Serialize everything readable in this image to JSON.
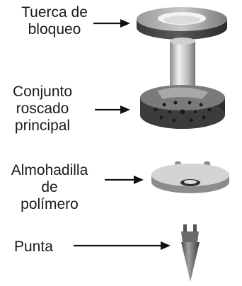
{
  "labels": {
    "lock_nut": [
      "Tuerca de",
      "bloqueo"
    ],
    "main_threaded_assembly": [
      "Conjunto",
      "roscado",
      "principal"
    ],
    "polymer_pad": [
      "Almohadilla",
      "de",
      "polímero"
    ],
    "tip": [
      "Punta"
    ]
  }
}
